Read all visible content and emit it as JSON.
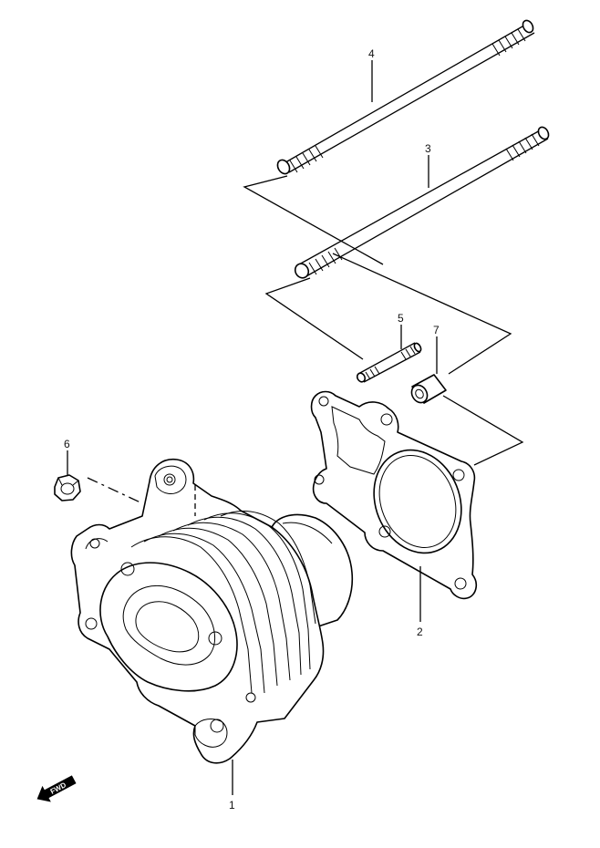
{
  "diagram": {
    "callouts": {
      "p1": "1",
      "p2": "2",
      "p3": "3",
      "p4": "4",
      "p5": "5",
      "p6": "6",
      "p7": "7"
    },
    "fwd_label": "FWD"
  }
}
